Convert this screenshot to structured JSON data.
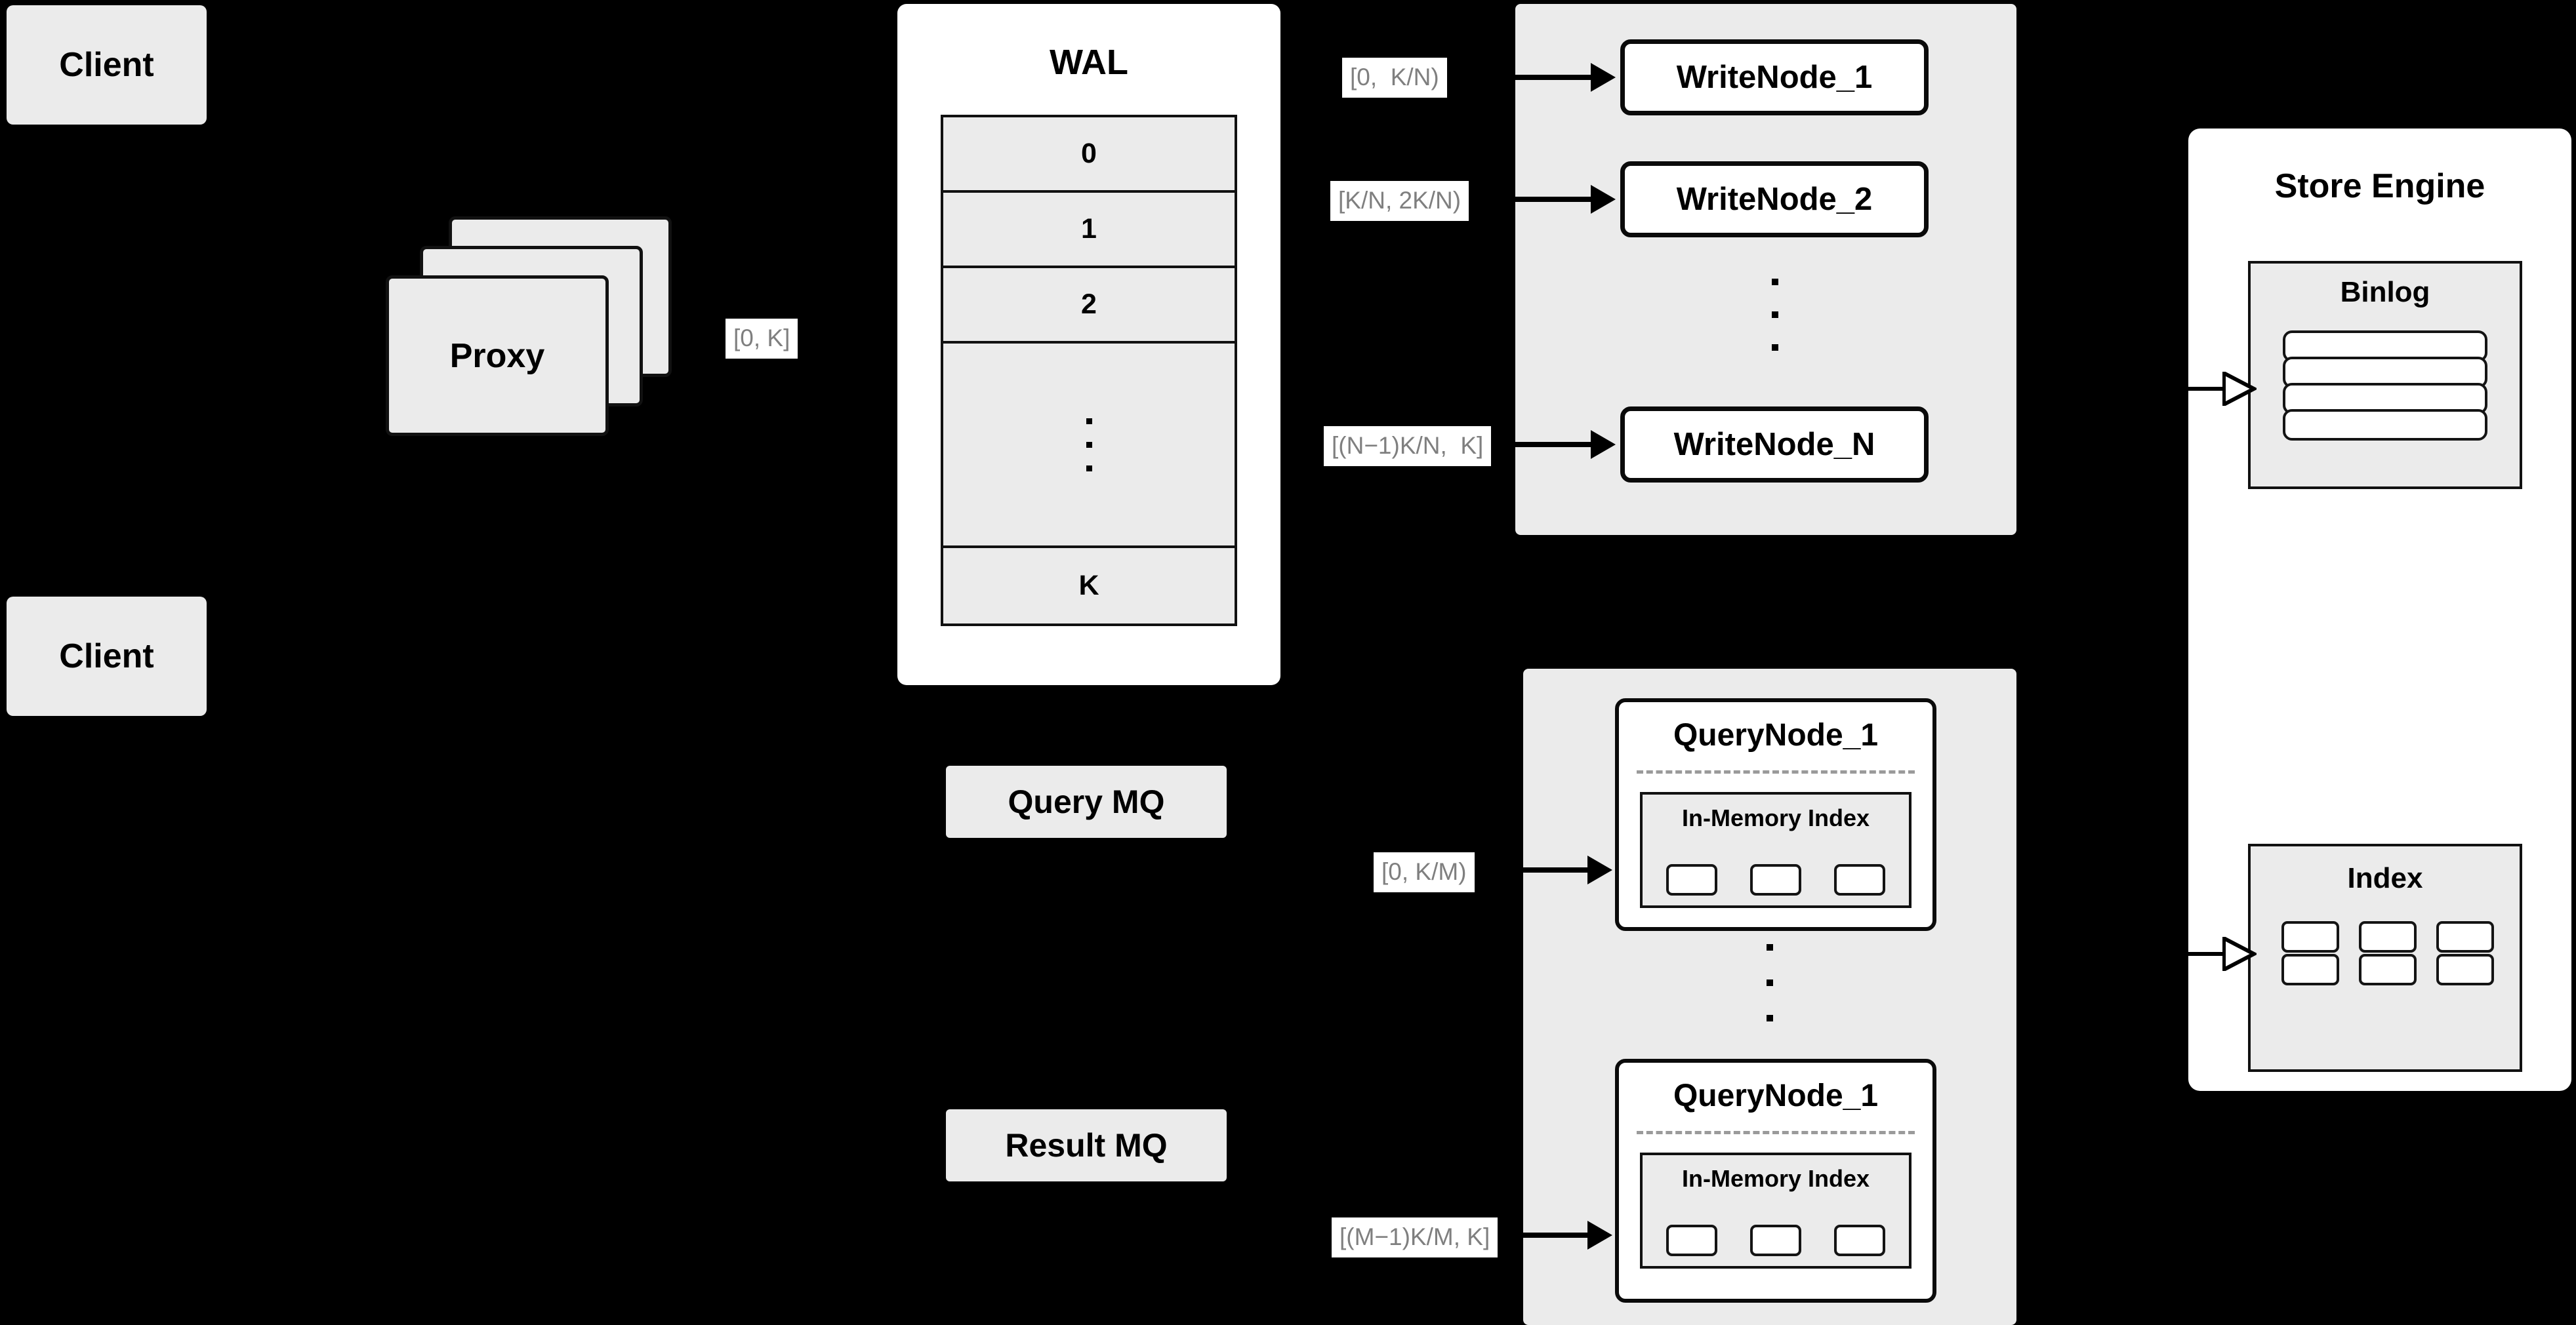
{
  "diagram": {
    "title": "Distributed vector database write/query architecture",
    "colors": {
      "background": "#000000",
      "surface_grey": "#ebebeb",
      "surface_white": "#ffffff",
      "stroke": "#111111",
      "label_text": "#7f7f7f"
    }
  },
  "clients": [
    {
      "label": "Client"
    },
    {
      "label": "Client"
    }
  ],
  "proxy": {
    "label": "Proxy",
    "stack_count": 3
  },
  "range_labels": {
    "proxy_to_wal": "[0, K]",
    "wal_to_writenode_1": "[0,  K/N)",
    "wal_to_writenode_2": "[K/N, 2K/N)",
    "wal_to_writenode_n": "[(N−1)K/N,  K]",
    "to_querynode_first": "[0, K/M)",
    "to_querynode_last": "[(M−1)K/M, K]"
  },
  "wal": {
    "title": "WAL",
    "rows": [
      "0",
      "1",
      "2",
      "K"
    ],
    "ellipsis_dots": 3
  },
  "write_group": {
    "nodes": [
      {
        "label": "WriteNode_1"
      },
      {
        "label": "WriteNode_2"
      },
      {
        "label": "WriteNode_N"
      }
    ],
    "ellipsis_dots": 3
  },
  "query_group": {
    "nodes": [
      {
        "label": "QueryNode_1",
        "index_label": "In-Memory Index",
        "segment_count": 3
      },
      {
        "label": "QueryNode_1",
        "index_label": "In-Memory Index",
        "segment_count": 3
      }
    ],
    "ellipsis_dots": 3
  },
  "message_queues": [
    {
      "label": "Query MQ"
    },
    {
      "label": "Result MQ"
    }
  ],
  "store_engine": {
    "title": "Store Engine",
    "binlog": {
      "title": "Binlog",
      "entry_count": 4
    },
    "index": {
      "title": "Index",
      "entry_count": 6
    }
  }
}
